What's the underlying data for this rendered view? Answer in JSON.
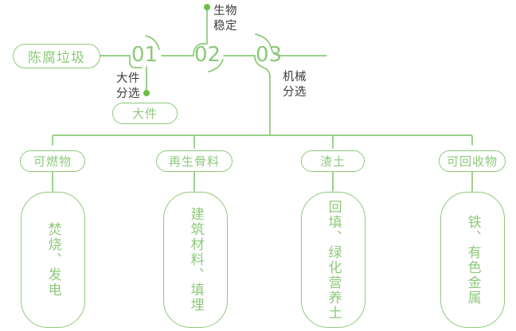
{
  "diagram": {
    "title_node": {
      "label": "陈腐垃圾"
    },
    "steps": [
      {
        "id": "step-01",
        "number": "01",
        "annotation": "大件\n分选",
        "annotation_line1": "大件",
        "annotation_line2": "分选"
      },
      {
        "id": "step-02",
        "number": "02",
        "annotation_line1": "生物",
        "annotation_line2": "稳定"
      },
      {
        "id": "step-03",
        "number": "03",
        "annotation_line1": "机械",
        "annotation_line2": "分选"
      }
    ],
    "side_output": {
      "label": "大件"
    },
    "outputs": [
      {
        "pill": "可燃物",
        "detail": "焚烧、发电"
      },
      {
        "pill": "再生骨料",
        "detail": "建筑材料、填埋"
      },
      {
        "pill": "渣土",
        "detail": "回填、绿化营养土"
      },
      {
        "pill": "可回收物",
        "detail": "铁、有色金属"
      }
    ],
    "colors": {
      "line": "#8DC97A",
      "dot": "#6CBE45",
      "text_green": "#8DC97A",
      "text_dark": "#3C3C3C",
      "background": "#FFFFFF"
    }
  }
}
